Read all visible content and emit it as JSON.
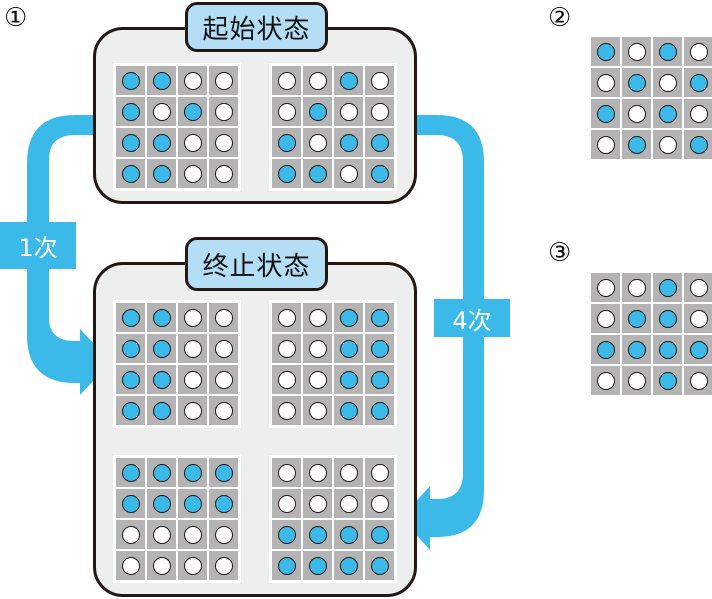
{
  "colors": {
    "on": "#3bb9e8",
    "off": "#ffffff",
    "cell_bg": "#b4b4b4",
    "box_bg": "#edefee",
    "label_bg": "#b3def5",
    "arrow": "#3bb9e8"
  },
  "panel1": {
    "number": "①",
    "start_state": {
      "label": "起始状态",
      "grids": [
        [
          [
            1,
            1,
            0,
            0
          ],
          [
            1,
            0,
            1,
            0
          ],
          [
            1,
            1,
            0,
            0
          ],
          [
            1,
            1,
            0,
            0
          ]
        ],
        [
          [
            0,
            0,
            1,
            0
          ],
          [
            0,
            1,
            0,
            0
          ],
          [
            1,
            0,
            1,
            1
          ],
          [
            1,
            1,
            0,
            1
          ]
        ]
      ]
    },
    "end_state": {
      "label": "终止状态",
      "grids": [
        [
          [
            1,
            1,
            0,
            0
          ],
          [
            1,
            1,
            0,
            0
          ],
          [
            1,
            1,
            0,
            0
          ],
          [
            1,
            1,
            0,
            0
          ]
        ],
        [
          [
            0,
            0,
            1,
            1
          ],
          [
            0,
            0,
            1,
            1
          ],
          [
            0,
            0,
            1,
            1
          ],
          [
            0,
            0,
            1,
            1
          ]
        ],
        [
          [
            1,
            1,
            1,
            1
          ],
          [
            1,
            1,
            1,
            1
          ],
          [
            0,
            0,
            0,
            0
          ],
          [
            0,
            0,
            0,
            0
          ]
        ],
        [
          [
            0,
            0,
            0,
            0
          ],
          [
            0,
            0,
            0,
            0
          ],
          [
            1,
            1,
            1,
            1
          ],
          [
            1,
            1,
            1,
            1
          ]
        ]
      ]
    },
    "arrows": {
      "left_label": "1次",
      "right_label": "4次"
    }
  },
  "panel2": {
    "number": "②",
    "grid": [
      [
        1,
        0,
        1,
        0
      ],
      [
        0,
        1,
        0,
        1
      ],
      [
        1,
        0,
        1,
        0
      ],
      [
        0,
        1,
        0,
        1
      ]
    ]
  },
  "panel3": {
    "number": "③",
    "grid": [
      [
        0,
        0,
        1,
        0
      ],
      [
        0,
        1,
        1,
        0
      ],
      [
        1,
        1,
        1,
        1
      ],
      [
        0,
        0,
        1,
        0
      ]
    ]
  }
}
